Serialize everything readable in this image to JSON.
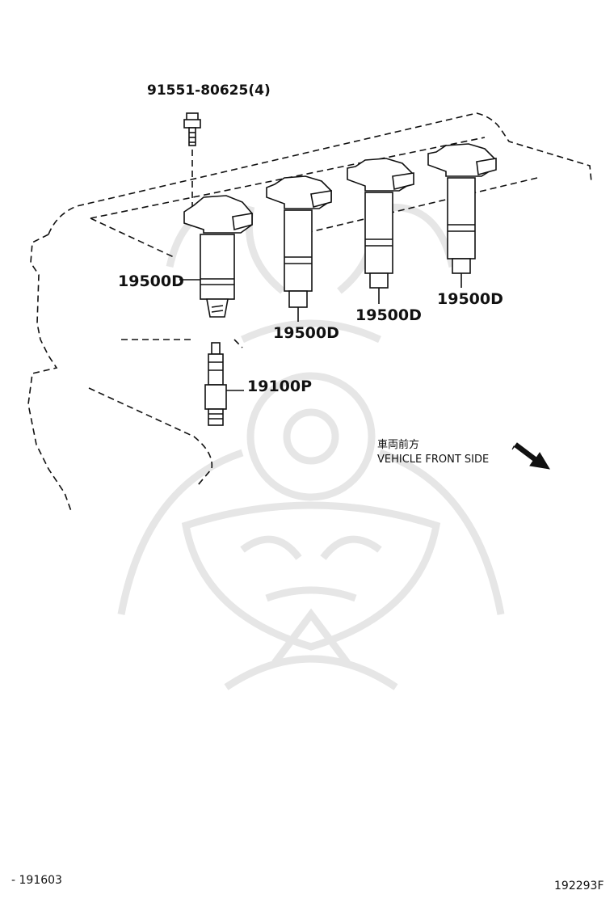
{
  "watermark": "samurai-helmet-watermark",
  "parts": {
    "bolt": {
      "label": "91551-80625(4)"
    },
    "coils": [
      {
        "label": "19500D"
      },
      {
        "label": "19500D"
      },
      {
        "label": "19500D"
      },
      {
        "label": "19500D"
      }
    ],
    "spark_plug": {
      "label": "19100P"
    }
  },
  "direction_note": {
    "japanese": "車両前方",
    "english": "VEHICLE FRONT SIDE",
    "arrow_icon": "arrow-down-right-icon"
  },
  "footer": {
    "date_code": "- 191603",
    "figure_id": "192293F"
  }
}
